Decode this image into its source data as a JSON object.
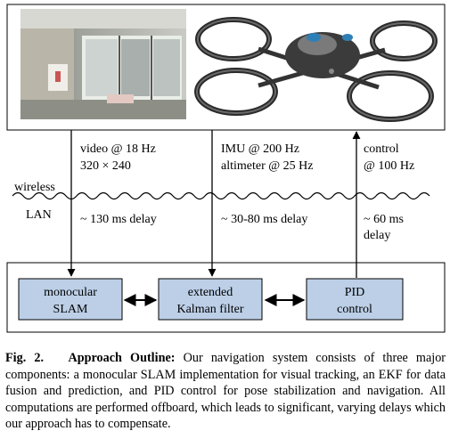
{
  "diagram": {
    "streams": [
      {
        "id": "video",
        "lines": [
          "video @ 18 Hz",
          "320 × 240"
        ],
        "delay": [
          "~ 130 ms delay"
        ]
      },
      {
        "id": "imu",
        "lines": [
          "IMU @ 200 Hz",
          "altimeter @ 25 Hz"
        ],
        "delay": [
          "~ 30-80 ms delay"
        ]
      },
      {
        "id": "control",
        "lines": [
          "control",
          "@ 100 Hz"
        ],
        "delay": [
          "~ 60 ms",
          "delay"
        ]
      }
    ],
    "wireless_label": "wireless",
    "lan_label": "LAN",
    "modules": [
      {
        "id": "slam",
        "lines": [
          "monocular",
          "SLAM"
        ]
      },
      {
        "id": "ekf",
        "lines": [
          "extended",
          "Kalman filter"
        ]
      },
      {
        "id": "pid",
        "lines": [
          "PID",
          "control"
        ]
      }
    ],
    "colors": {
      "module_fill": "#bccfe7",
      "line": "#000000"
    },
    "photo_icons": [
      "room-photo",
      "quadrocopter-photo"
    ]
  },
  "caption": {
    "fig_number": "Fig. 2.",
    "title": "Approach Outline:",
    "text": "Our navigation system consists of three major components: a monocular SLAM implementation for visual tracking, an EKF for data fusion and prediction, and PID control for pose stabilization and navigation. All computations are performed offboard, which leads to significant, varying delays which our approach has to compensate."
  }
}
